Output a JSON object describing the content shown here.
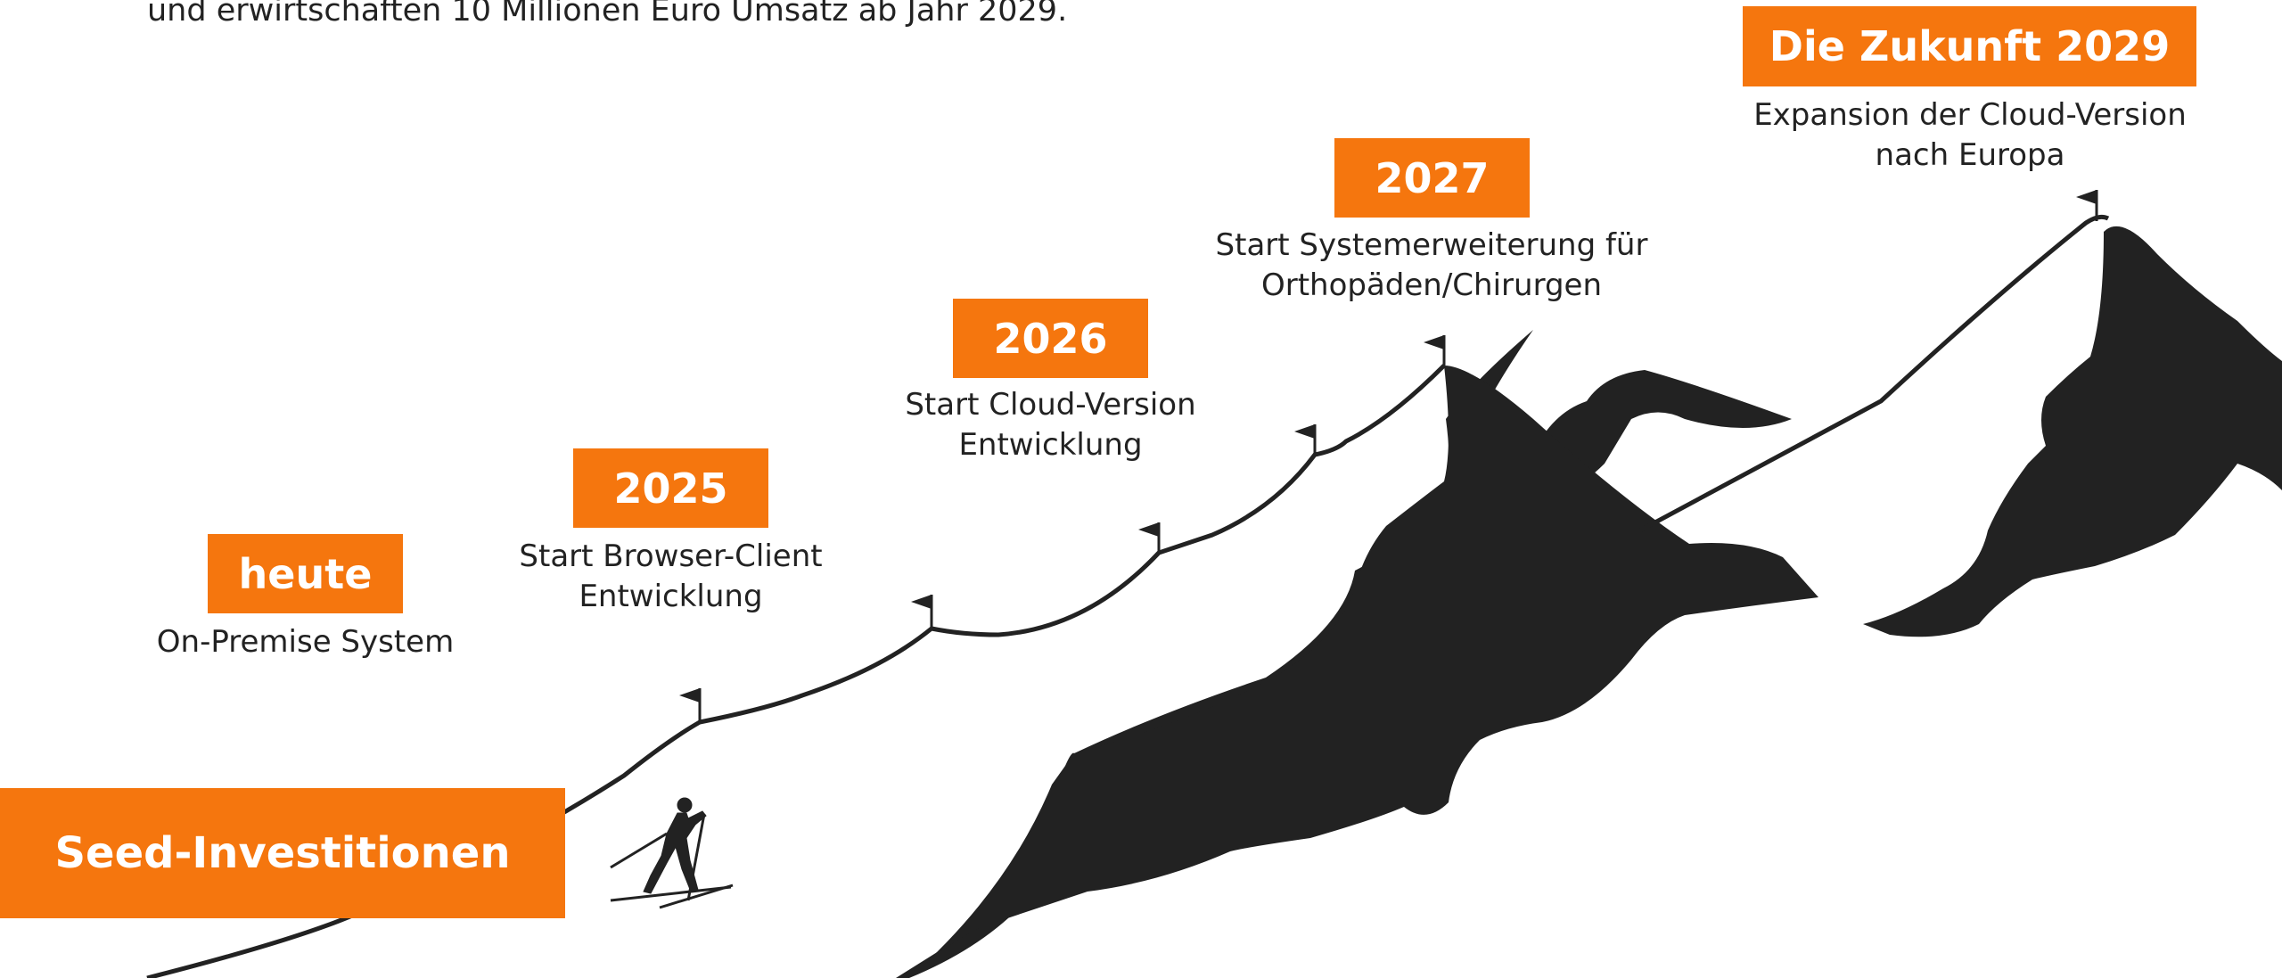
{
  "intro": {
    "text": "und erwirtschaften 10 Millionen Euro Umsatz ab Jahr 2029."
  },
  "seed": {
    "label": "Seed-Investitionen"
  },
  "milestones": [
    {
      "label": "heute",
      "lines": [
        "On-Premise System"
      ]
    },
    {
      "label": "2025",
      "lines": [
        "Start Browser-Client",
        "Entwicklung"
      ]
    },
    {
      "label": "2026",
      "lines": [
        "Start Cloud-Version",
        "Entwicklung"
      ]
    },
    {
      "label": "2027",
      "lines": [
        "Start Systemerweiterung für",
        "Orthopäden/Chirurgen"
      ]
    },
    {
      "label": "Die Zukunft 2029",
      "lines": [
        "Expansion der Cloud-Version",
        "nach Europa"
      ]
    }
  ],
  "colors": {
    "accent": "#f5760e",
    "dark": "#222222",
    "background": "#ffffff"
  },
  "icons": [
    "mountain-silhouette",
    "flag-icon",
    "cross-country-skier-icon"
  ]
}
